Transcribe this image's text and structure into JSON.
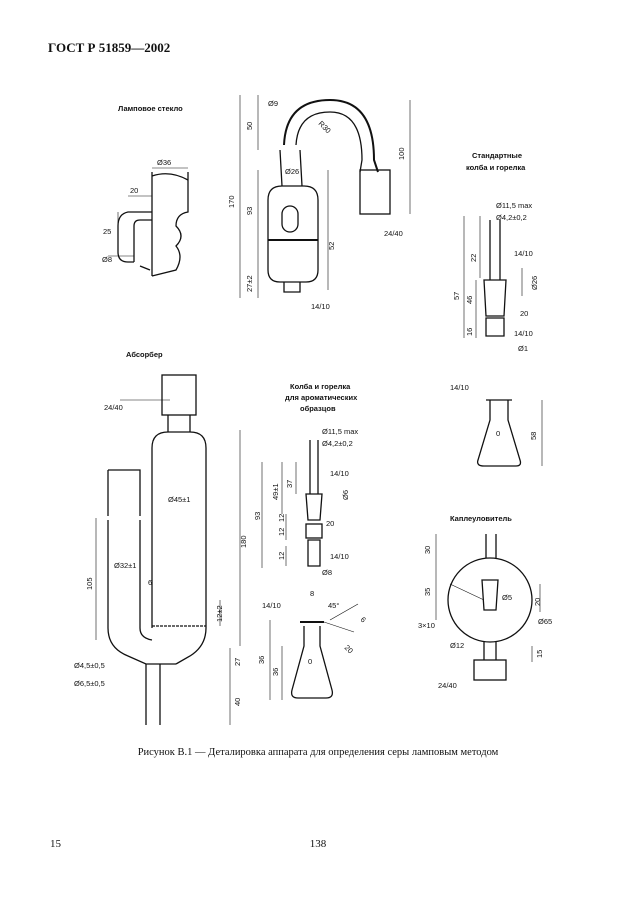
{
  "header": {
    "standard": "ГОСТ Р 51859—2002"
  },
  "figure": {
    "caption": "Рисунок В.1 — Деталировка аппарата для определения серы ламповым методом",
    "labels": {
      "lamp_glass": "Ламповое стекло",
      "standard_flask": "Стандартные колба и горелка",
      "absorber": "Абсорбер",
      "aromatic_flask": "Колба и горелка для ароматических образцов",
      "drop_catcher": "Каплеуловитель"
    },
    "dims": {
      "lamp": {
        "d36": "Ø36",
        "w20": "20",
        "h25": "25",
        "d8": "Ø8"
      },
      "arm": {
        "h50": "50",
        "d9": "Ø9",
        "r30": "R30",
        "h100": "100",
        "d26": "Ø26",
        "h170": "170",
        "h93": "93",
        "h52": "52",
        "h27": "27±2",
        "j2440": "24/40",
        "j1410": "14/10"
      },
      "std": {
        "d115": "Ø11,5 max",
        "d42": "Ø4,2±0,2",
        "h22": "22",
        "j1410a": "14/10",
        "h57": "57",
        "h46": "46",
        "h16": "16",
        "d26b": "Ø26",
        "h20": "20",
        "j1410b": "14/10",
        "d1": "Ø1"
      },
      "abs": {
        "j2440": "24/40",
        "d45": "Ø45±1",
        "h180": "180",
        "d32": "Ø32±1",
        "w6": "6",
        "h105": "105",
        "h12": "12±2",
        "h27": "27",
        "h40": "40",
        "d45b": "Ø4,5±0,5",
        "d65": "Ø6,5±0,5"
      },
      "arom": {
        "d115": "Ø11,5 max",
        "d42": "Ø4,2±0,2",
        "j1410a": "14/10",
        "h37": "37",
        "h49": "49±1",
        "d6": "Ø6",
        "h93": "93",
        "h12a": "12",
        "h12b": "12",
        "h20": "20",
        "h12c": "12",
        "j1410b": "14/10",
        "d8": "Ø8",
        "s": "8"
      },
      "flask_small": {
        "j1410": "14/10",
        "h58": "58"
      },
      "flask_angled": {
        "j1410": "14/10",
        "a45": "45°",
        "h6": "6",
        "h20": "20",
        "h36a": "36",
        "h36b": "36"
      },
      "drop": {
        "h30": "30",
        "h35": "35",
        "d5": "Ø5",
        "h20": "20",
        "d65": "Ø65",
        "s10": "3×10",
        "d12": "Ø12",
        "h15": "15",
        "j2440": "24/40"
      }
    }
  },
  "footer": {
    "page_left": "15",
    "page_center": "138"
  }
}
